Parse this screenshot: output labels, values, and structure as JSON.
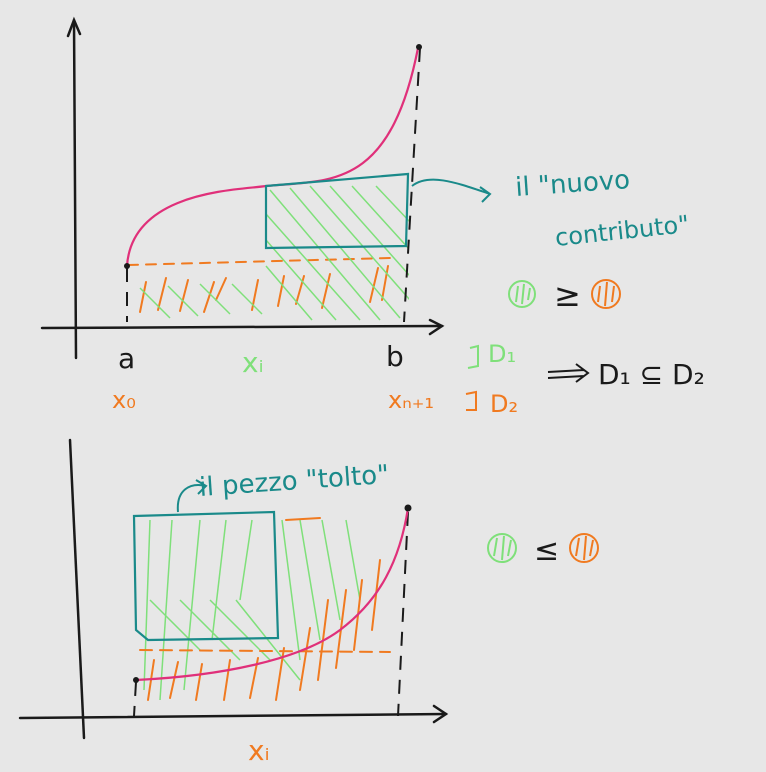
{
  "colors": {
    "background": "#e7e7e7",
    "ink": "#1a1a1a",
    "curve": "#e0307a",
    "teal": "#1a8a8a",
    "orange": "#f07a20",
    "green": "#7fe07a"
  },
  "top_graph": {
    "label_a": "a",
    "label_b": "b",
    "label_xi": "xᵢ",
    "label_x0": "x₀",
    "label_xn1": "xₙ₊₁",
    "annotation": "il \"nuovo contributo\"",
    "annotation_line1": "il \"nuovo",
    "annotation_line2": "contributo\"",
    "compare": "≥",
    "d1": "D₁",
    "d2": "D₂",
    "relation": "D₁ ⊆ D₂"
  },
  "bottom_graph": {
    "label_xi": "xᵢ",
    "annotation": "il pezzo \"tolto\"",
    "compare": "≤"
  }
}
